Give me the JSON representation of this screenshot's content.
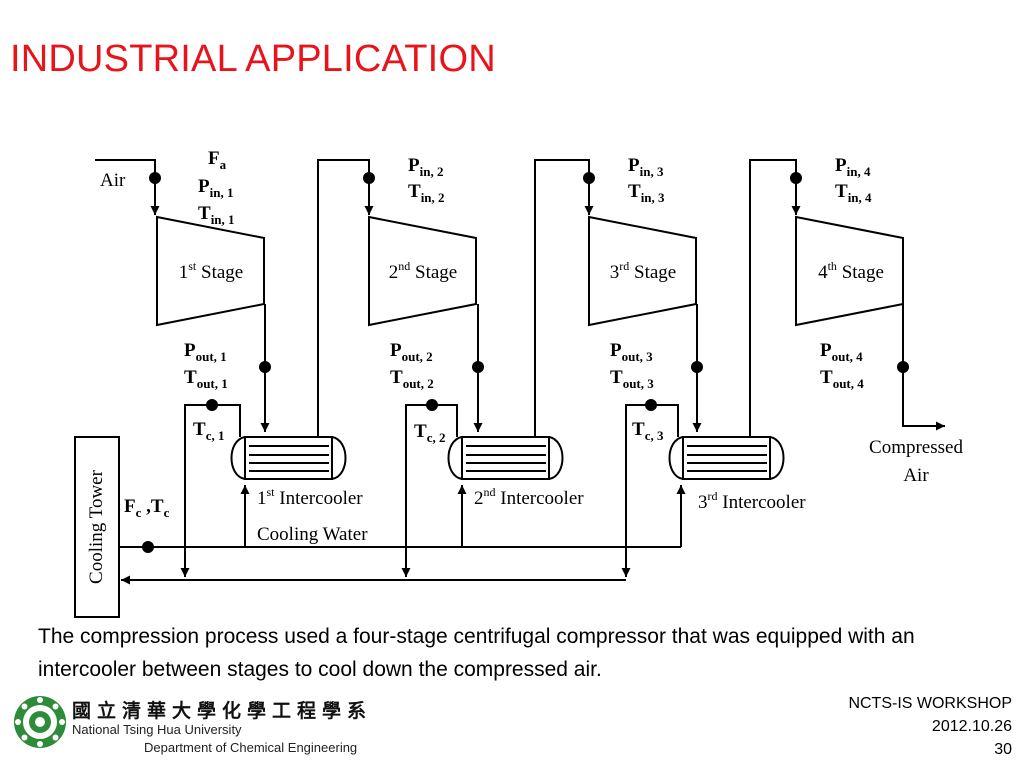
{
  "title": "INDUSTRIAL APPLICATION",
  "diagram": {
    "inlet": {
      "air": "Air",
      "flow": {
        "main": "F",
        "sub": "a"
      },
      "pressure": {
        "main": "P",
        "sub": "in, 1"
      },
      "temperature": {
        "main": "T",
        "sub": "in, 1"
      }
    },
    "stages": [
      {
        "num": "1",
        "sup": "st",
        "word": "Stage",
        "pin": "in, 1",
        "tin": "in, 1",
        "pout": "out, 1",
        "tout": "out, 1"
      },
      {
        "num": "2",
        "sup": "nd",
        "word": "Stage",
        "pin": "in, 2",
        "tin": "in, 2",
        "pout": "out, 2",
        "tout": "out, 2"
      },
      {
        "num": "3",
        "sup": "rd",
        "word": "Stage",
        "pin": "in, 3",
        "tin": "in, 3",
        "pout": "out, 3",
        "tout": "out, 3"
      },
      {
        "num": "4",
        "sup": "th",
        "word": "Stage",
        "pin": "in, 4",
        "tin": "in, 4",
        "pout": "out, 4",
        "tout": "out, 4"
      }
    ],
    "pressure_symbol": "P",
    "temperature_symbol": "T",
    "intercoolers": [
      {
        "num": "1",
        "sup": "st",
        "word": "Intercooler",
        "tc_sub": "c, 1"
      },
      {
        "num": "2",
        "sup": "nd",
        "word": "Intercooler",
        "tc_sub": "c, 2"
      },
      {
        "num": "3",
        "sup": "rd",
        "word": "Intercooler",
        "tc_sub": "c, 3"
      }
    ],
    "cooling_tower": "Cooling Tower",
    "cooling_water": "Cooling Water",
    "coolant": {
      "f": "F",
      "f_sub": "c",
      "sep": " ,",
      "t": "T",
      "t_sub": "c"
    },
    "outlet": {
      "line1": "Compressed",
      "line2": "Air"
    }
  },
  "caption": "The compression process used a four-stage centrifugal compressor that was equipped with an intercooler between stages to cool down the compressed air.",
  "logo": {
    "chinese": "國立清華大學化學工程學系",
    "university": "National Tsing Hua University",
    "department": "Department of Chemical Engineering"
  },
  "footer": {
    "event": "NCTS-IS WORKSHOP",
    "date": "2012.10.26",
    "page": "30"
  },
  "colors": {
    "title": "#e8141b",
    "logo_green": "#2e8b3a"
  }
}
